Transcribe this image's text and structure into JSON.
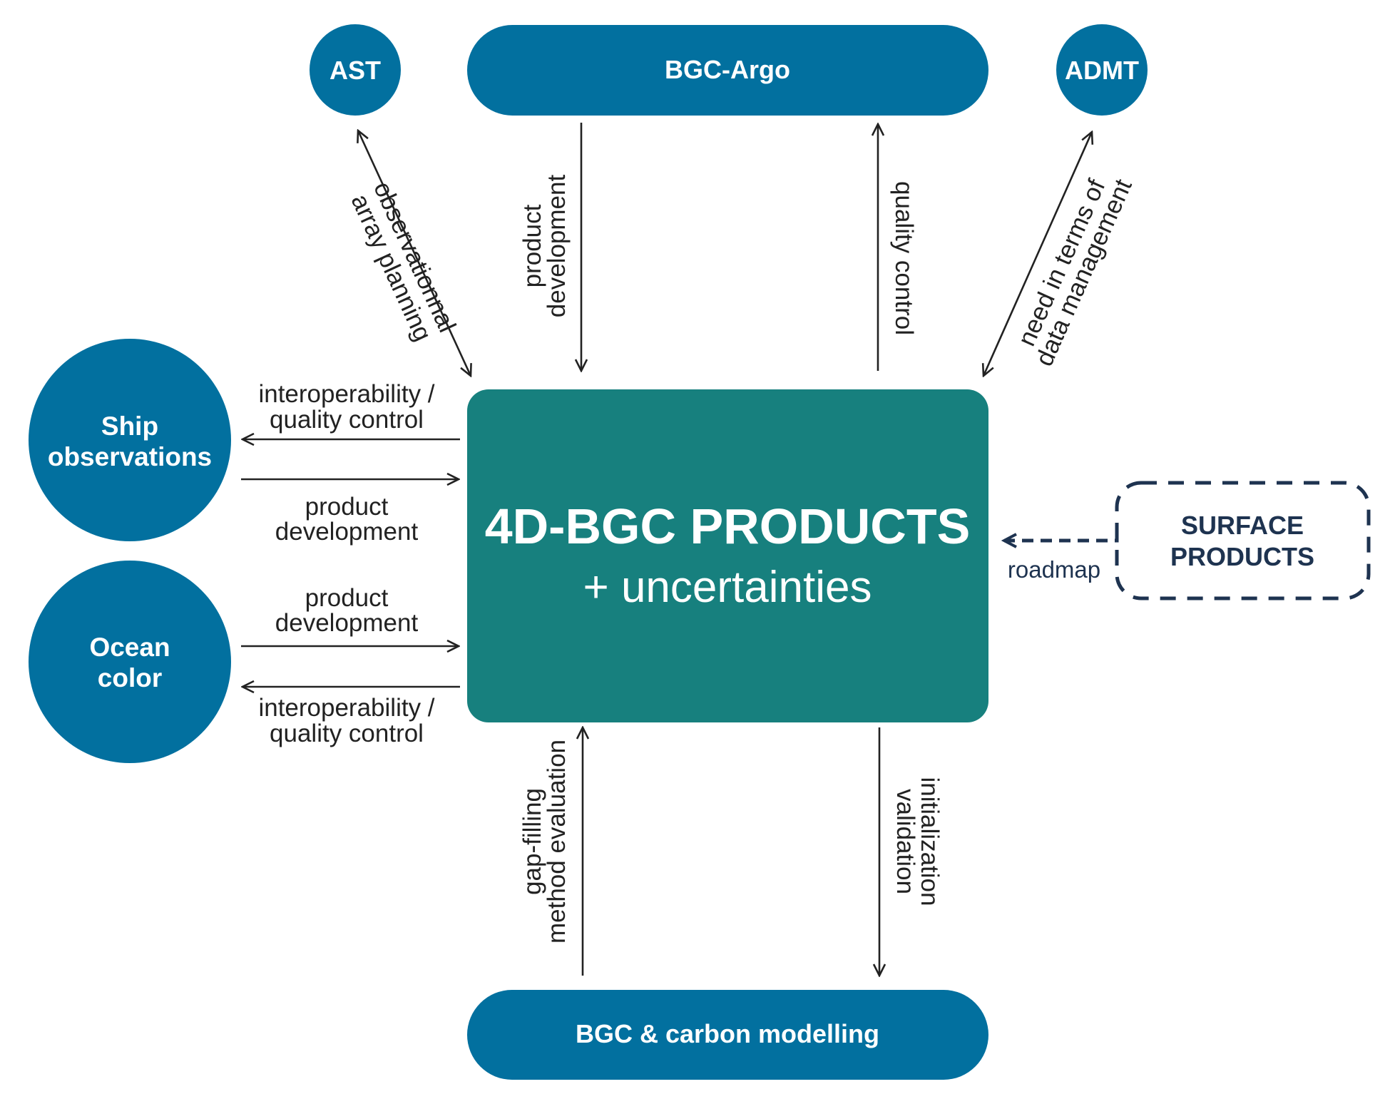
{
  "colors": {
    "blue": "#02709F",
    "teal": "#17807E",
    "navy": "#1E3350",
    "arrow": "#222222",
    "text_on_fill": "#FFFFFF"
  },
  "nodes": {
    "ast": {
      "label": "AST"
    },
    "bgc_argo": {
      "label": "BGC-Argo"
    },
    "admt": {
      "label": "ADMT"
    },
    "ship": {
      "label_line1": "Ship",
      "label_line2": "observations"
    },
    "ocean": {
      "label_line1": "Ocean",
      "label_line2": "color"
    },
    "center": {
      "title": "4D-BGC PRODUCTS",
      "subtitle": "+ uncertainties"
    },
    "surface": {
      "label_line1": "SURFACE",
      "label_line2": "PRODUCTS"
    },
    "modelling": {
      "label": "BGC & carbon modelling"
    }
  },
  "edges": {
    "ast_center": {
      "line1": "observationnal",
      "line2": "array planning",
      "direction": "bidirectional"
    },
    "argo_to_center": {
      "line1": "product",
      "line2": "development",
      "direction": "to-center"
    },
    "center_to_argo": {
      "line1": "quality control",
      "direction": "to-argo"
    },
    "admt_center": {
      "line1": "need in terms of",
      "line2": "data management",
      "direction": "bidirectional"
    },
    "center_to_ship": {
      "line1": "interoperability /",
      "line2": "quality control",
      "direction": "to-ship"
    },
    "ship_to_center": {
      "line1": "product",
      "line2": "development",
      "direction": "to-center"
    },
    "ocean_to_center": {
      "line1": "product",
      "line2": "development",
      "direction": "to-center"
    },
    "center_to_ocean": {
      "line1": "interoperability /",
      "line2": "quality control",
      "direction": "to-ocean"
    },
    "surface_to_center": {
      "line1": "roadmap",
      "direction": "to-center",
      "style": "dashed"
    },
    "modelling_to_center": {
      "line1": "gap-filling",
      "line2": "method evaluation",
      "direction": "to-center"
    },
    "center_to_modelling": {
      "line1": "initialization",
      "line2": "validation",
      "direction": "to-modelling"
    }
  }
}
